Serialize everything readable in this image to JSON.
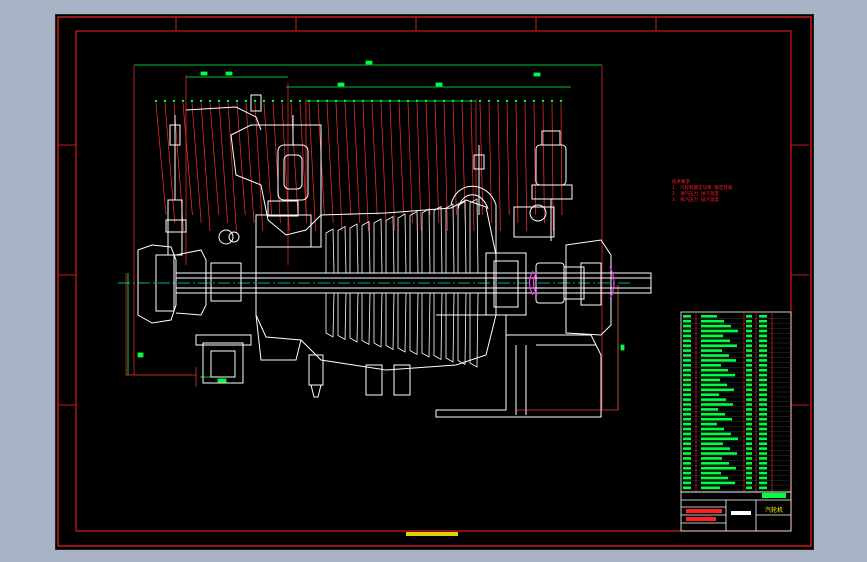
{
  "colors": {
    "background": "#a7b3c5",
    "canvas": "#000000",
    "frame": "#ff2020",
    "geometry": "#ffffff",
    "centerline": "#00e0e0",
    "dimensions": "#00ff40",
    "leaders": "#ff3030",
    "highlight": "#ff30ff",
    "notes": "#ff2020",
    "bom_text": "#00ff40",
    "title_text": "#ffff00"
  },
  "drawing": {
    "notes_heading": "技术要求",
    "notes": [
      "1. 汽轮机额定功率  额定转速",
      "2. 进汽压力  进汽温度",
      "3. 排汽压力  排汽温度"
    ],
    "title_block": {
      "drawing_title": "汽轮机"
    }
  }
}
